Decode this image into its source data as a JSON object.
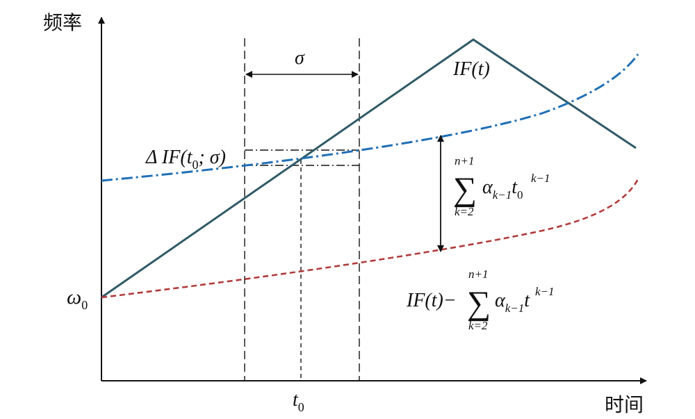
{
  "axes": {
    "y_label": "频率",
    "x_label": "时间"
  },
  "labels": {
    "omega": "ω",
    "omega_sub": "0",
    "sigma": "σ",
    "t0": "t",
    "t0_sub": "0",
    "if_t": "IF(t)",
    "delta_prefix": "Δ IF(",
    "delta_t": "t",
    "delta_sub": "0",
    "delta_suffix": "; σ)",
    "sum_symbol": "∑",
    "sum_upper": "n+1",
    "sum_lower": "k=2",
    "sum_alpha": "α",
    "sum_alpha_sub": "k−1",
    "sum_t": "t",
    "sum_t_sub": "0",
    "sum_t_sup": "k−1",
    "residual_prefix": "IF(t)−",
    "residual_sup": "k−1"
  },
  "colors": {
    "if_line": "#2e5a66",
    "blue_curve": "#1f6fb5",
    "red_curve": "#b23b3b",
    "axis": "#111111"
  }
}
